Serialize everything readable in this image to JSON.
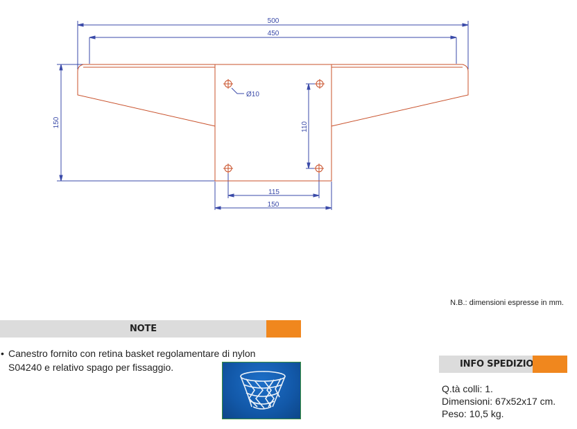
{
  "drawing": {
    "dims": {
      "top_width": "500",
      "inner_width": "450",
      "height": "150",
      "hole_diameter": "Ø10",
      "hole_vertical": "110",
      "hole_horizontal": "115",
      "plate_width": "150"
    },
    "colors": {
      "outline": "#c8502a",
      "dimension": "#3a4aa8"
    }
  },
  "note_mm": "N.B.: dimensioni espresse in mm.",
  "note": {
    "title": "NOTE",
    "bullet": "•",
    "text": "Canestro fornito con retina basket regolamentare di nylon S04240 e relativo spago per fissaggio."
  },
  "shipping": {
    "title": "INFO SPEDIZIONE",
    "lines": [
      "Q.tà colli: 1.",
      "Dimensioni: 67x52x17 cm.",
      "Peso: 10,5 kg."
    ]
  },
  "colors": {
    "accent": "#f0871e",
    "bar": "#dcdcdc"
  }
}
